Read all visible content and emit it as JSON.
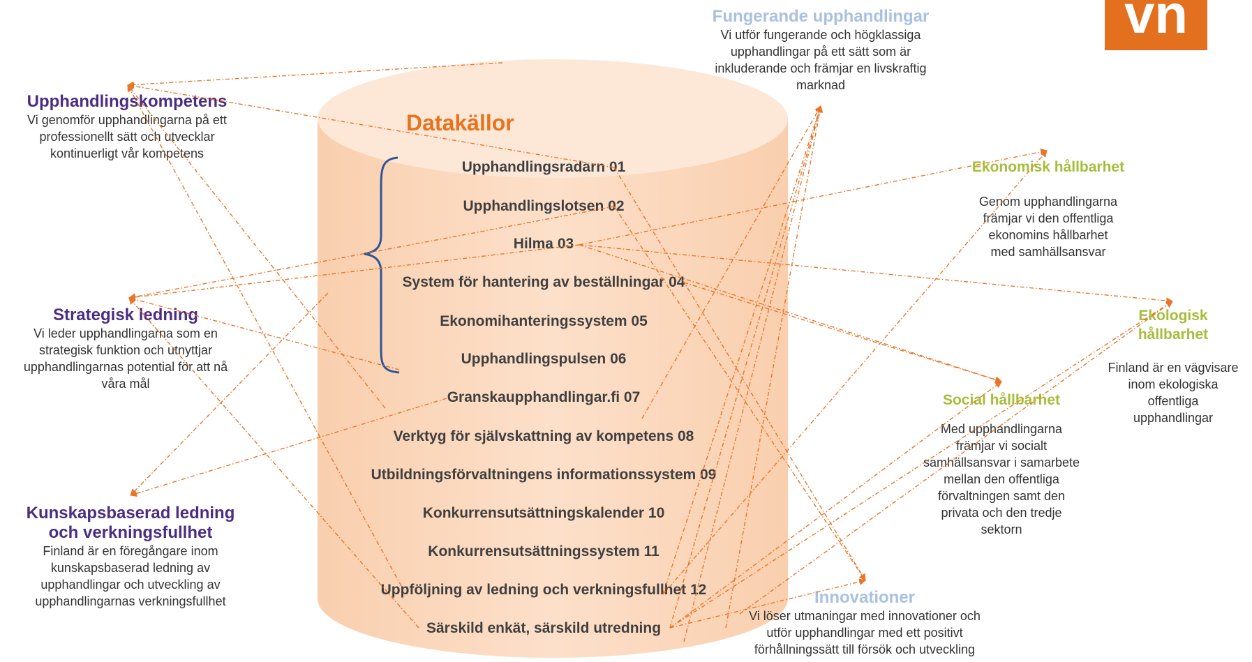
{
  "database": {
    "title": "Datakällor",
    "sources": [
      "Upphandlingsradarn 01",
      "Upphandlingslotsen 02",
      "Hilma 03",
      "System för hantering av beställningar 04",
      "Ekonomihanteringssystem 05",
      "Upphandlingspulsen 06",
      "Granskaupphandlingar.fi 07",
      "Verktyg för självskattning av kompetens 08",
      "Utbildningsförvaltningens informationssystem 09",
      "Konkurrensutsättningskalender 10",
      "Konkurrensutsättningssystem 11",
      "Uppföljning av ledning och verkningsfullhet 12",
      "Särskild enkät, särskild utredning"
    ]
  },
  "goals": {
    "competence": {
      "title": "Upphandlingskompetens",
      "body": [
        "Vi genomför upphandlingarna på ett",
        "professionellt sätt och utvecklar",
        "kontinuerligt vår kompetens"
      ]
    },
    "strategic": {
      "title": "Strategisk ledning",
      "body": [
        "Vi leder upphandlingarna som en",
        "strategisk funktion och utnyttjar",
        "upphandlingarnas potential för att nå",
        "våra mål"
      ]
    },
    "knowledge": {
      "title": [
        "Kunskapsbaserad ledning",
        "och verkningsfullhet"
      ],
      "body": [
        "Finland är en föregångare inom",
        "kunskapsbaserad ledning av",
        "upphandlingar och utveckling av",
        "upphandlingarnas verkningsfullhet"
      ]
    },
    "functioning": {
      "title": "Fungerande upphandlingar",
      "body": [
        "Vi utför fungerande och högklassiga",
        "upphandlingar på ett sätt som är",
        "inkluderande och främjar en livskraftig",
        "marknad"
      ]
    },
    "economic": {
      "title": "Ekonomisk hållbarhet",
      "body": [
        "Genom upphandlingarna",
        "främjar vi den offentliga",
        "ekonomins hållbarhet",
        "med samhällsansvar"
      ]
    },
    "ecological": {
      "title": [
        "Ekologisk",
        "hållbarhet"
      ],
      "body": [
        "Finland är en vägvisare",
        "inom ekologiska",
        "offentliga",
        "upphandlingar"
      ]
    },
    "social": {
      "title": "Social hållbarhet",
      "body": [
        "Med upphandlingarna",
        "främjar vi socialt",
        "samhällsansvar i samarbete",
        "mellan den offentliga",
        "förvaltningen samt den",
        "privata och den tredje",
        "sektorn"
      ]
    },
    "innovation": {
      "title": "Innovationer",
      "body": [
        "Vi löser utmaningar med innovationer och",
        "utför upphandlingar med ett positivt",
        "förhållningssätt till försök och utveckling"
      ]
    }
  },
  "logo": {
    "text": "vn"
  },
  "colors": {
    "cylinder_body": "#fbd9bf",
    "cylinder_top": "#fde6d4",
    "arrow": "#ea7427",
    "brace": "#2e5597",
    "orange_title": "#e8731f",
    "purple": "#4b2d82",
    "light_blue": "#a9c1e0",
    "green": "#a6bd3a"
  }
}
